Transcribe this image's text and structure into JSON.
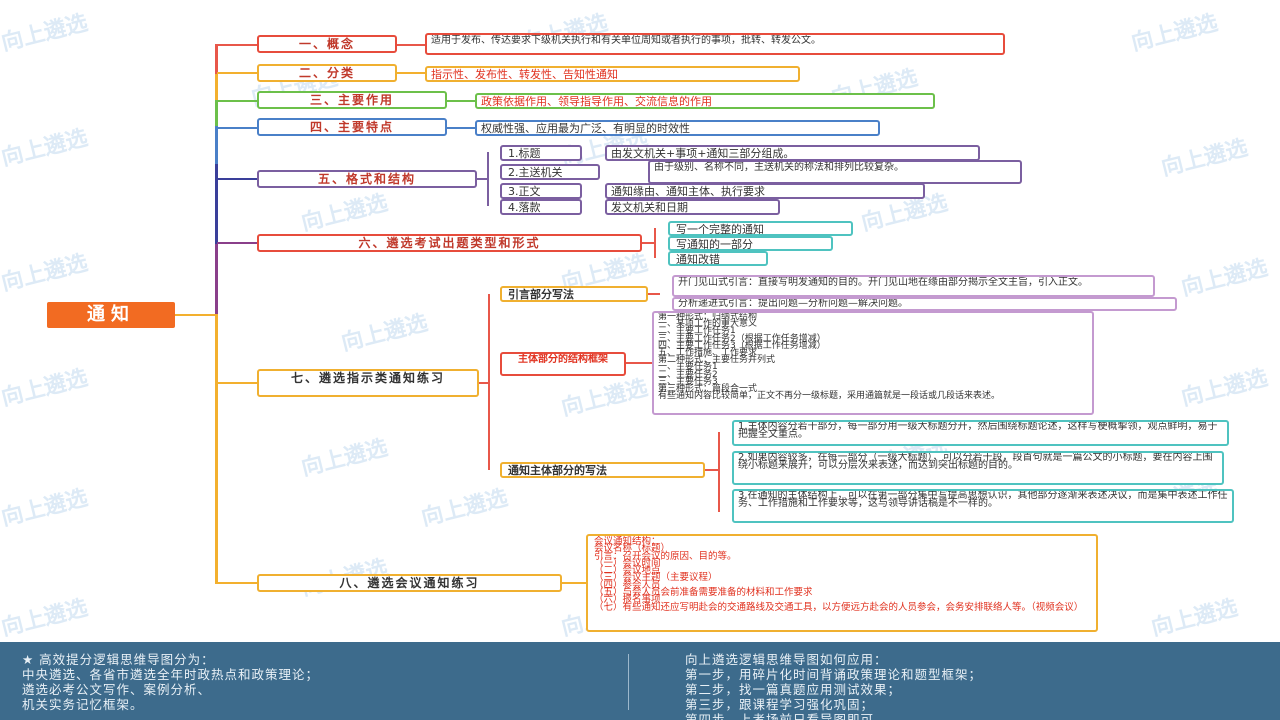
{
  "center": "通知",
  "branches": {
    "b1": {
      "label": "一、概念",
      "text": "适用于发布、传达要求下级机关执行和有关单位周知或者执行的事项，批转、转发公文。"
    },
    "b2": {
      "label": "二、分类",
      "text": "指示性、发布性、转发性、告知性通知"
    },
    "b3": {
      "label": "三、主要作用",
      "text": "政策依据作用、领导指导作用、交流信息的作用"
    },
    "b4": {
      "label": "四、主要特点",
      "text": "权威性强、应用最为广泛、有明显的时效性"
    },
    "b5": {
      "label": "五、格式和结构",
      "items": [
        {
          "label": "1.标题",
          "text": "由发文机关+事项+通知三部分组成。"
        },
        {
          "label": "2.主送机关",
          "text": "由于级别、名称不同，主送机关的称法和排列比较复杂。"
        },
        {
          "label": "3.正文",
          "text": "通知缘由、通知主体、执行要求"
        },
        {
          "label": "4.落款",
          "text": "发文机关和日期"
        }
      ]
    },
    "b6": {
      "label": "六、遴选考试出题类型和形式",
      "items": [
        "写一个完整的通知",
        "写通知的一部分",
        "通知改错"
      ]
    },
    "b7": {
      "label": "七、遴选指示类通知练习",
      "intro": {
        "label": "引言部分写法",
        "items": [
          "开门见山式引言：直接写明发通知的目的。开门见山地在缘由部分揭示全文主旨，引入正文。",
          "分析递进式引言：提出问题—分析问题—解决问题。"
        ]
      },
      "body": {
        "label": "主体部分的结构框架",
        "text": "第一种形式：归纳式结构\n一、某项工作的重大意义\n二、主要工作任务1\n三、主要工作任务2（根据工作任务增减）\n四、主要工作任务3（根据工作任务增减）\n五、工作措施、工作要求\n第二种形式：主要任务并列式\n一、主要任务1\n二、主要任务2\n三、主要任务3\n第三种形式：篇段合一式\n有些通知内容比较简单，正文不再分一级标题，采用通篇就是一段话或几段话来表述。"
      },
      "writing": {
        "label": "通知主体部分的写法",
        "items": [
          "1.主体内容分若干部分，每一部分用一级大标题分开，然后围绕标题论述，这样写梗概掣领，观点鲜明，易于把握全文重点。",
          "2.如果内容较多，在每一部分（一级大标题），可以分若干段，段首句就是一篇公文的小标题，要在内容上围绕小标题来展开，可以分层次来表述，而达到突出标题的目的。",
          "3.在通知的主体结构上，可以在第一部分集中写提高思想认识，其他部分逐渐来表述决议，而是集中表述工作任务、工作措施和工作要求等，这与领导讲话稿是不一样的。"
        ]
      }
    },
    "b8": {
      "label": "八、遴选会议通知练习",
      "text": "会议通知结构：\n会议名称（标题）\n引言：召开会议的原因、目的等。\n（一）会议时间\n（二）会议地点\n（三）会议主题（主要议程）\n（四）参会人员\n（五）与会人员会前准备需要准备的材料和工作要求\n（六）报名事项\n（七）有些通知还应写明赴会的交通路线及交通工具，以方便远方赴会的人员参会，会务安排联络人等。（视频会议）"
    }
  },
  "footer": {
    "left": "★ 高效提分逻辑思维导图分为：\n中央遴选、各省市遴选全年时政热点和政策理论；\n遴选必考公文写作、案例分析、\n机关实务记忆框架。",
    "right": "向上遴选逻辑思维导图如何应用：\n第一步，用碎片化时间背诵政策理论和题型框架；\n第二步，找一篇真题应用测试效果；\n第三步，跟课程学习强化巩固；\n第四步，上考场前只看导图即可。"
  },
  "watermark": "向上遴选",
  "colors": {
    "center": "#f26b22",
    "line": "#e8574a",
    "footer": "#3d6b8c"
  }
}
